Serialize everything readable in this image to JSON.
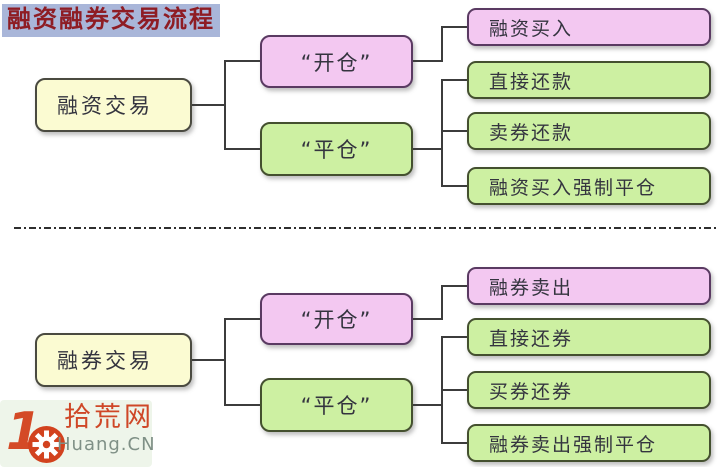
{
  "title": "融资融券交易流程",
  "sections": [
    {
      "root": "融资交易",
      "open_label": "“开仓”",
      "close_label": "“平仓”",
      "open_children": [
        "融资买入"
      ],
      "close_children": [
        "直接还款",
        "卖券还款",
        "融资买入强制平仓"
      ]
    },
    {
      "root": "融券交易",
      "open_label": "“开仓”",
      "close_label": "“平仓”",
      "open_children": [
        "融券卖出"
      ],
      "close_children": [
        "直接还券",
        "买券还券",
        "融券卖出强制平仓"
      ]
    }
  ],
  "watermark": {
    "number": "1",
    "site": "拾荒网",
    "domain": "Huang.CN"
  },
  "colors": {
    "title_bg": "#a9b6d9",
    "title_text": "#8e1c24",
    "root_fill": "#fbfbd2",
    "open_fill": "#f3c8f1",
    "close_fill": "#cdf0a2",
    "connector": "#3c3c3c",
    "watermark_red": "#d2421e"
  }
}
